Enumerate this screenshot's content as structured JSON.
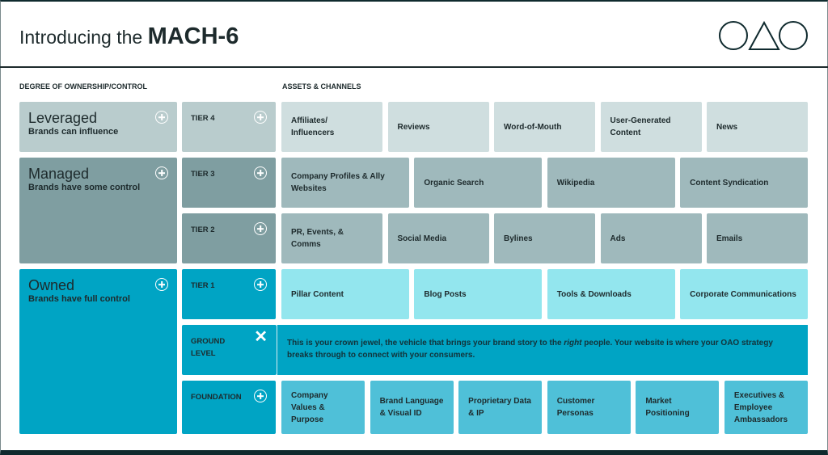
{
  "header": {
    "title_prefix": "Introducing the",
    "title_main": "MACH-6",
    "logo": "OAO"
  },
  "labels": {
    "ownership": "DEGREE OF OWNERSHIP/CONTROL",
    "assets": "ASSETS & CHANNELS"
  },
  "ownership": [
    {
      "title": "Leveraged",
      "subtitle": "Brands can influence"
    },
    {
      "title": "Managed",
      "subtitle": "Brands have some control"
    },
    {
      "title": "Owned",
      "subtitle": "Brands have full control"
    }
  ],
  "tiers": {
    "tier4": "TIER 4",
    "tier3": "TIER 3",
    "tier2": "TIER 2",
    "tier1": "TIER 1",
    "ground": "GROUND LEVEL",
    "foundation": "FOUNDATION"
  },
  "assets": {
    "tier4": [
      "Affiliates/ Influencers",
      "Reviews",
      "Word-of-Mouth",
      "User-Generated Content",
      "News"
    ],
    "tier3": [
      "Company Profiles & Ally Websites",
      "Organic Search",
      "Wikipedia",
      "Content Syndication"
    ],
    "tier2": [
      "PR, Events, & Comms",
      "Social Media",
      "Bylines",
      "Ads",
      "Emails"
    ],
    "tier1": [
      "Pillar Content",
      "Blog Posts",
      "Tools & Downloads",
      "Corporate Communications"
    ],
    "foundation": [
      "Company Values & Purpose",
      "Brand Language & Visual ID",
      "Proprietary Data & IP",
      "Customer Personas",
      "Market Positioning",
      "Executives & Employee Ambassadors"
    ]
  },
  "ground_text": {
    "before": "This is your crown jewel, the vehicle that brings your brand story to the ",
    "em": "right",
    "after": " people. Your website is where your OAO strategy breaks through to connect with your consumers."
  },
  "colors": {
    "leveraged": "#b9cccd",
    "leveraged_asset": "#cfdedf",
    "managed": "#7f9ea1",
    "managed_asset": "#9fb9bc",
    "owned": "#00a4c4",
    "tier1_asset": "#93e6ee",
    "foundation_asset": "#4fc0d8"
  }
}
